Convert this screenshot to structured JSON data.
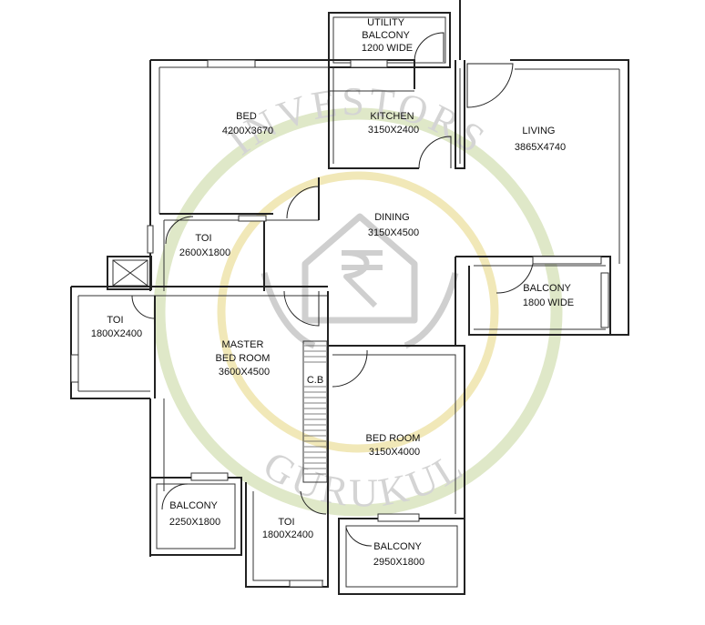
{
  "watermark": {
    "top_text": "INVESTORS",
    "bottom_text": "GURUKUL",
    "ring_outer_color": "#dfe8c8",
    "ring_inner_color": "#f1e8b8",
    "emblem_icon": "rupee-house-hands-icon"
  },
  "rooms": [
    {
      "id": "utility-balcony",
      "lines": [
        "UTILITY",
        "BALCONY",
        "1200 WIDE"
      ]
    },
    {
      "id": "bed",
      "lines": [
        "BED",
        "4200X3670"
      ]
    },
    {
      "id": "kitchen",
      "lines": [
        "KITCHEN",
        "3150X2400"
      ]
    },
    {
      "id": "living",
      "lines": [
        "LIVING",
        "3865X4740"
      ]
    },
    {
      "id": "dining",
      "lines": [
        "DINING",
        "3150X4500"
      ]
    },
    {
      "id": "toi-1",
      "lines": [
        "TOI",
        "2600X1800"
      ]
    },
    {
      "id": "balcony-living",
      "lines": [
        "BALCONY",
        "1800 WIDE"
      ]
    },
    {
      "id": "toi-2",
      "lines": [
        "TOI",
        "1800X2400"
      ]
    },
    {
      "id": "master-bed-room",
      "lines": [
        "MASTER",
        "BED ROOM",
        "3600X4500"
      ]
    },
    {
      "id": "cb",
      "lines": [
        "C.B"
      ]
    },
    {
      "id": "bed-room",
      "lines": [
        "BED ROOM",
        "3150X4000"
      ]
    },
    {
      "id": "balcony-master",
      "lines": [
        "BALCONY",
        "2250X1800"
      ]
    },
    {
      "id": "toi-3",
      "lines": [
        "TOI",
        "1800X2400"
      ]
    },
    {
      "id": "balcony-bedroom",
      "lines": [
        "BALCONY",
        "2950X1800"
      ]
    }
  ]
}
